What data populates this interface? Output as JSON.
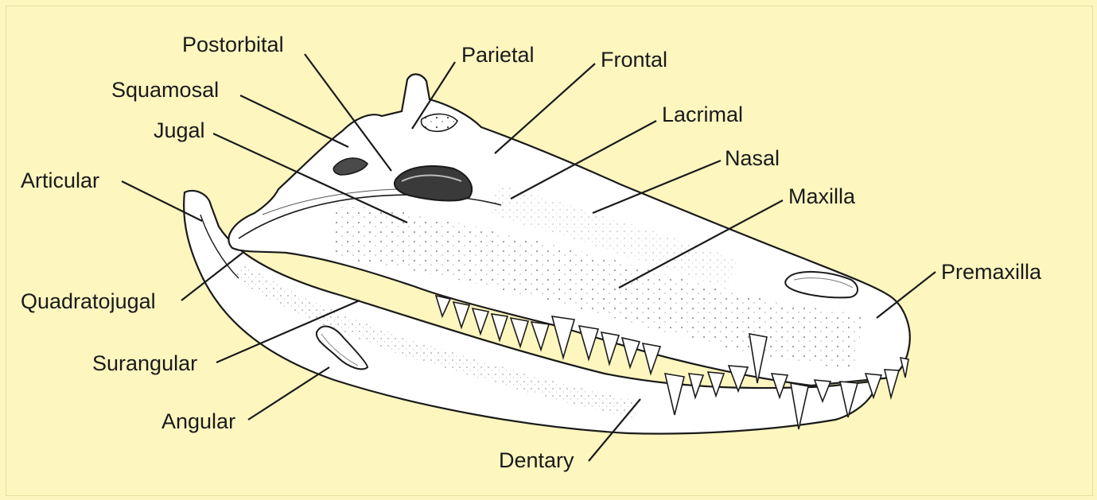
{
  "labels": {
    "postorbital": "Postorbital",
    "parietal": "Parietal",
    "frontal": "Frontal",
    "squamosal": "Squamosal",
    "lacrimal": "Lacrimal",
    "jugal": "Jugal",
    "nasal": "Nasal",
    "articular": "Articular",
    "maxilla": "Maxilla",
    "premaxilla": "Premaxilla",
    "quadratojugal": "Quadratojugal",
    "surangular": "Surangular",
    "angular": "Angular",
    "dentary": "Dentary"
  },
  "colors": {
    "background": "#fdf6bf",
    "bone": "#ffffff",
    "ink": "#1a1a1a"
  }
}
